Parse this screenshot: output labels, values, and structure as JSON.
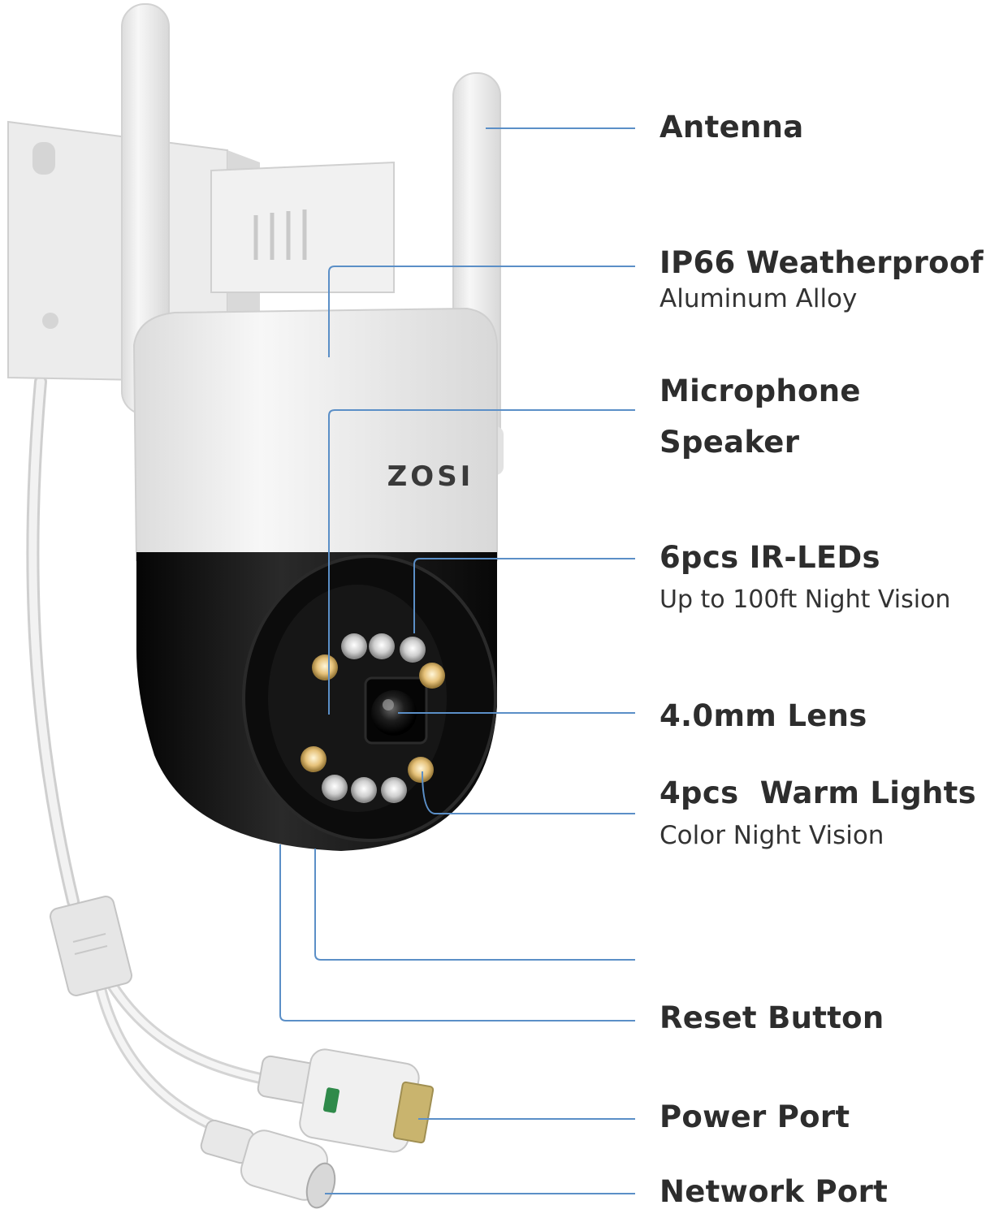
{
  "brand": "ZOSI",
  "colors": {
    "leader": "#5b8fc7",
    "text": "#2d2d2d",
    "body_white": "#f4f4f4",
    "body_black": "#141414",
    "led_warm": "#e6c27a"
  },
  "callouts": [
    {
      "title": "Antenna",
      "subtitle": ""
    },
    {
      "title": "IP66 Weatherproof",
      "subtitle": "Aluminum Alloy"
    },
    {
      "title": "Microphone",
      "subtitle": ""
    },
    {
      "title": "Speaker",
      "subtitle": ""
    },
    {
      "title": "6pcs IR-LEDs",
      "subtitle": "Up to 100ft Night Vision"
    },
    {
      "title": "4.0mm Lens",
      "subtitle": ""
    },
    {
      "title": "4pcs  Warm Lights",
      "subtitle": "Color Night Vision"
    },
    {
      "title": "Reset Button",
      "subtitle": ""
    },
    {
      "title": "Power Port",
      "subtitle": ""
    },
    {
      "title": "Network Port",
      "subtitle": ""
    }
  ]
}
